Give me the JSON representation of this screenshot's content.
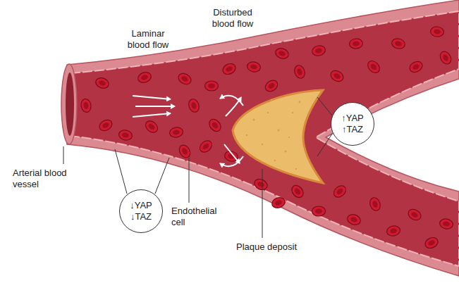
{
  "diagram": {
    "nodes": [
      {
        "text": [
          "↑YAP",
          "↑TAZ"
        ]
      },
      {
        "text": [
          "↓YAP",
          "↓TAZ"
        ]
      }
    ],
    "labels": [
      "Laminar blood flow",
      "Disturbed blood flow",
      "Arterial blood vessel",
      "Endothelial cell",
      "Plaque deposit"
    ]
  }
}
